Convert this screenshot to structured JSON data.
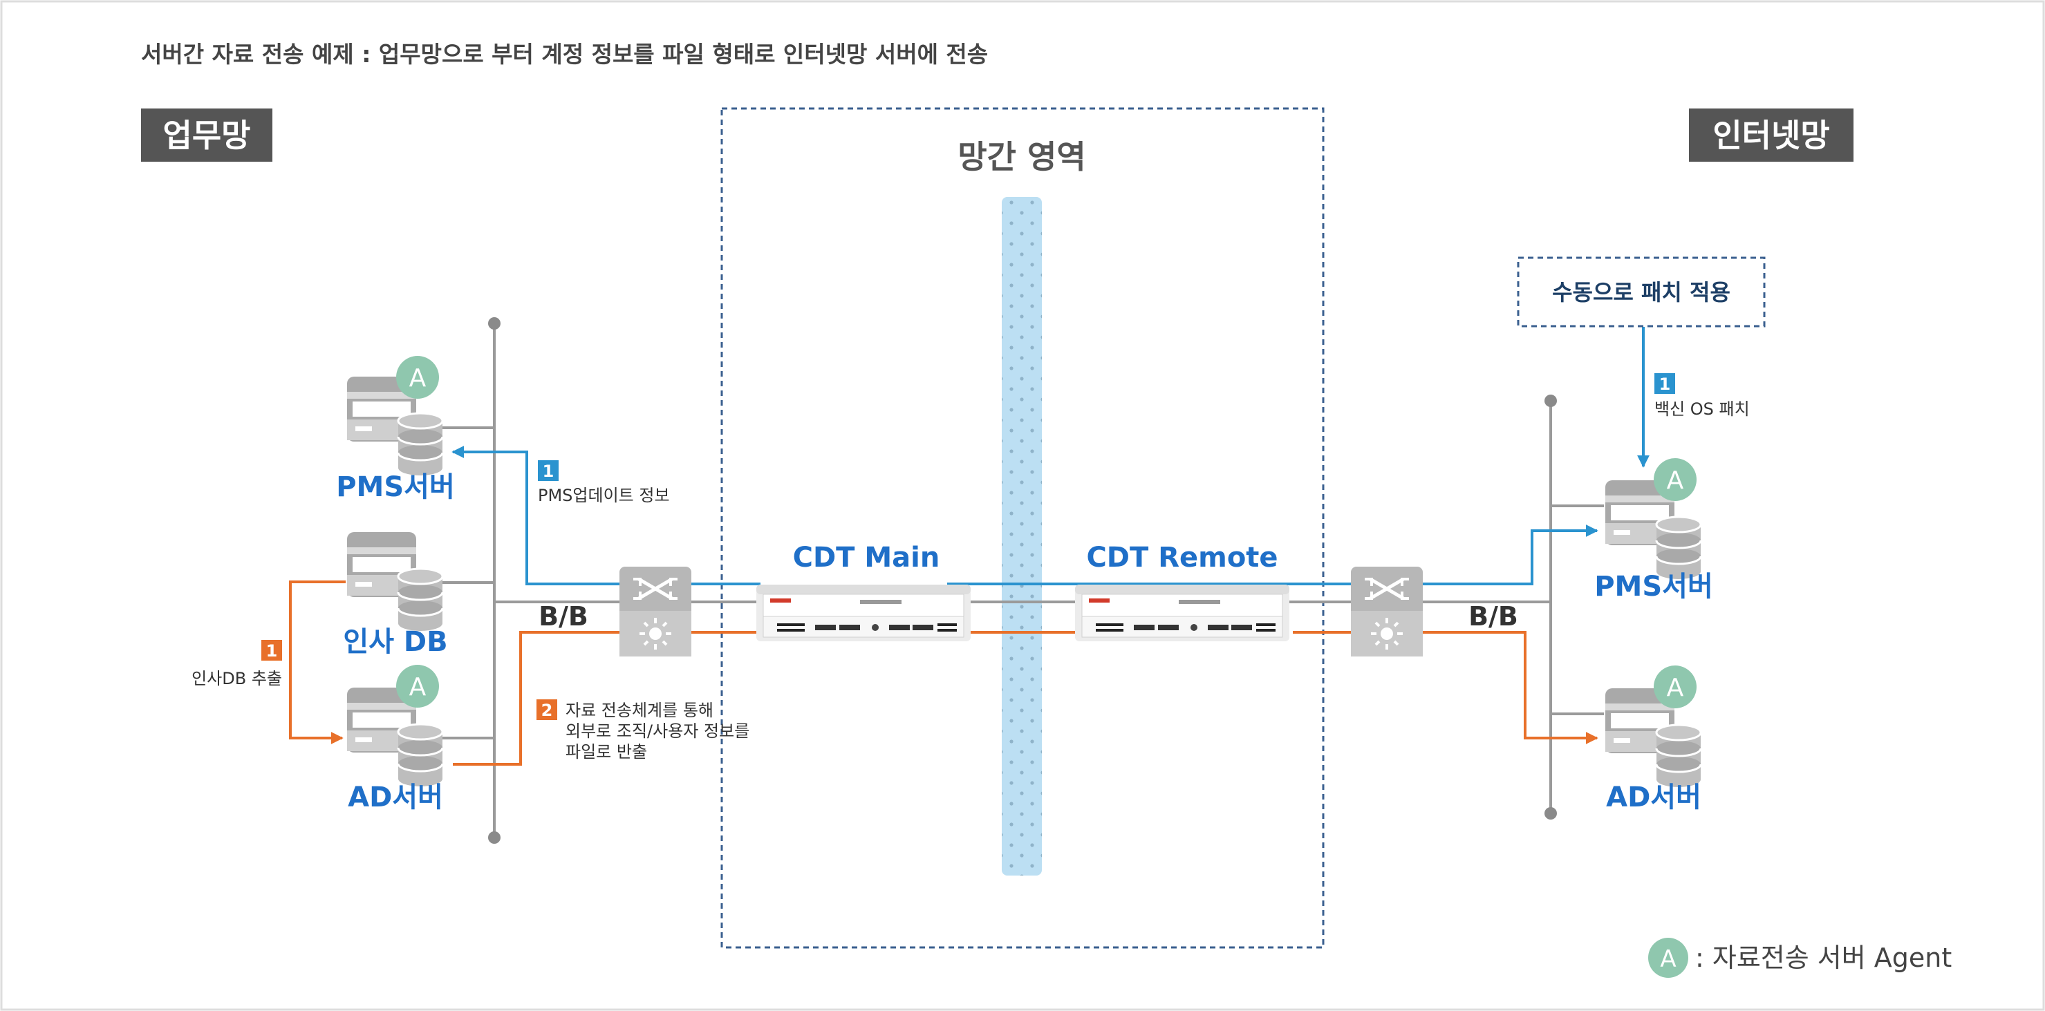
{
  "title": "서버간 자료 전송 예제 : 업무망으로 부터 계정 정보를 파일 형태로 인터넷망 서버에 전송",
  "zones": {
    "left": "업무망",
    "right": "인터넷망",
    "middle": "망간 영역"
  },
  "devices": {
    "cdt_main": "CDT Main",
    "cdt_remote": "CDT Remote"
  },
  "labels": {
    "bb_left": "B/B",
    "bb_right": "B/B"
  },
  "servers": {
    "left_pms": "PMS서버",
    "left_hr_db": "인사 DB",
    "left_ad": "AD서버",
    "right_pms": "PMS서버",
    "right_ad": "AD서버"
  },
  "agent_letter": "A",
  "steps": {
    "pms_update": {
      "num": "1",
      "text": "PMS업데이트 정보"
    },
    "hr_extract": {
      "num": "1",
      "text": "인사DB 추출"
    },
    "export": {
      "num": "2",
      "lines": [
        "자료 전송체계를 통해",
        "외부로 조직/사용자 정보를",
        "파일로 반출"
      ]
    },
    "vaccine": {
      "num": "1",
      "text": "백신 OS 패치"
    }
  },
  "manual_patch": "수동으로 패치 적용",
  "legend": {
    "letter": "A",
    "text": ": 자료전송 서버 Agent"
  },
  "colors": {
    "blue_text": "#1f6fc8",
    "blue_line": "#2a93cf",
    "orange": "#e8702a",
    "gray_line": "#9a9a9a",
    "zone_dark": "#555555",
    "agent_green": "#8fc7ae",
    "dashed_blue": "#3a5f8f",
    "wall_fill": "#bcdff3"
  }
}
